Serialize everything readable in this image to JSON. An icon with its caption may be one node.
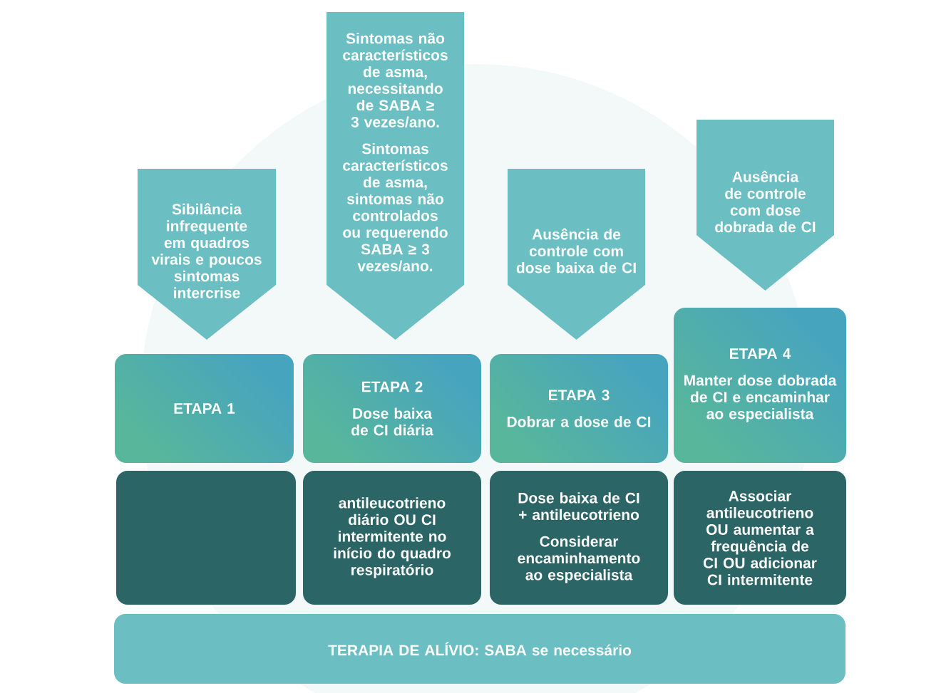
{
  "diagram": {
    "nodes": [
      {
        "text": [
          "Sibilância infrequente em quadros virais e poucos sintomas intercrise"
        ]
      },
      {
        "text": [
          "Sintomas não característicos de asma, necessitando de SABA ≥ 3 vezes/ano.",
          "Sintomas característicos de asma, sintomas não controlados ou requerendo SABA ≥ 3 vezes/ano."
        ]
      },
      {
        "text": [
          "Ausência de controle com dose baixa de CI"
        ]
      },
      {
        "text": [
          "Ausência de controle com dose dobrada de CI"
        ]
      },
      {
        "text": [
          "ETAPA 1"
        ]
      },
      {
        "text": [
          "ETAPA 2",
          "Dose baixa de CI diária"
        ]
      },
      {
        "text": [
          "ETAPA 3",
          "Dobrar a dose de CI"
        ]
      },
      {
        "text": [
          "ETAPA 4",
          "Manter dose dobrada de CI e encaminhar ao especialista"
        ]
      },
      {
        "text": [],
        "shape": "box"
      },
      {
        "text": [
          "antileucotrieno diário OU CI intermitente no início do quadro respiratório"
        ]
      },
      {
        "text": [
          "Dose baixa de CI + antileucotrieno",
          "Considerar encaminhamento ao especialista"
        ]
      },
      {
        "text": [
          "Associar antileucotrieno OU aumentar a frequência de CI OU adicionar CI intermitente"
        ]
      },
      {
        "text": [
          "TERAPIA DE ALÍVIO: SABA se necessário"
        ]
      }
    ],
    "edges": []
  }
}
